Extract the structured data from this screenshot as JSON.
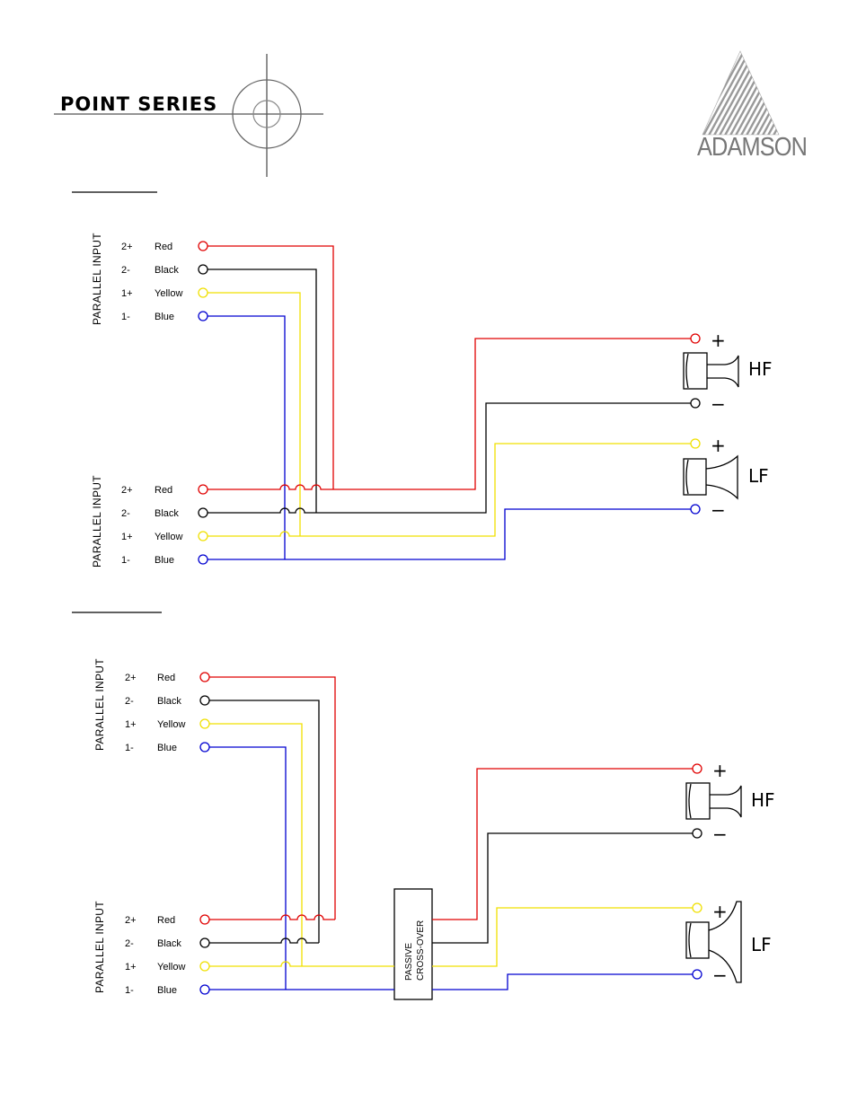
{
  "header": {
    "series_title": "POINT SERIES",
    "brand": "ADAMSON"
  },
  "colors": {
    "red": "#e00000",
    "black": "#000000",
    "yellow": "#f0e000",
    "blue": "#0000d0"
  },
  "connector": {
    "title": "PARALLEL INPUT",
    "pins": [
      {
        "pin": "2+",
        "color": "Red"
      },
      {
        "pin": "2-",
        "color": "Black"
      },
      {
        "pin": "1+",
        "color": "Yellow"
      },
      {
        "pin": "1-",
        "color": "Blue"
      }
    ]
  },
  "drivers": {
    "hf": "HF",
    "lf": "LF",
    "plus": "+",
    "minus": "−"
  },
  "crossover": {
    "line1": "PASSIVE",
    "line2": "CROSS-OVER"
  }
}
